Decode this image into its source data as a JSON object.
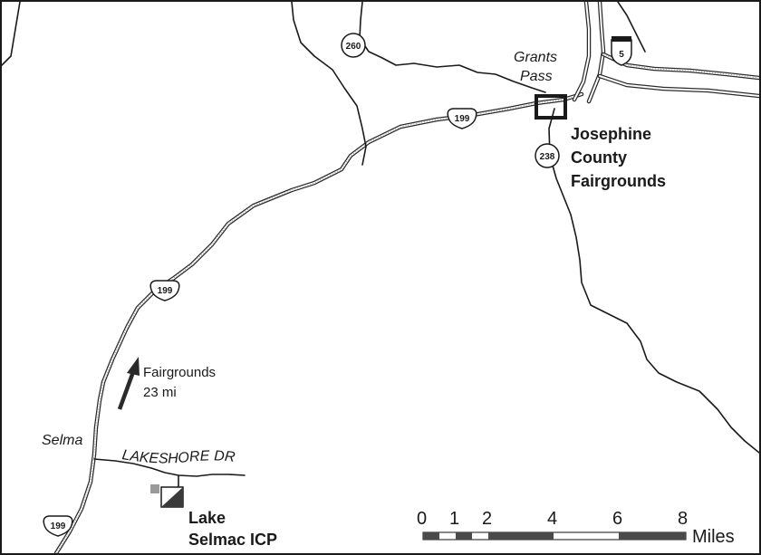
{
  "places": {
    "grants_pass_line1": "Grants",
    "grants_pass_line2": "Pass",
    "selma": "Selma"
  },
  "destinations": {
    "fairgrounds_line1": "Josephine",
    "fairgrounds_line2": "County",
    "fairgrounds_line3": "Fairgrounds",
    "lake_line1": "Lake",
    "lake_line2": "Selmac ICP"
  },
  "direction": {
    "line1": "Fairgrounds",
    "line2": "23 mi"
  },
  "streets": {
    "lakeshore": "LAKESHORE DR"
  },
  "shields": {
    "us199_a": "199",
    "us199_b": "199",
    "us199_c": "199",
    "or260": "260",
    "or238": "238",
    "i5": "5"
  },
  "scale": {
    "ticks": [
      "0",
      "1",
      "2",
      "4",
      "6",
      "8"
    ],
    "unit": "Miles"
  }
}
